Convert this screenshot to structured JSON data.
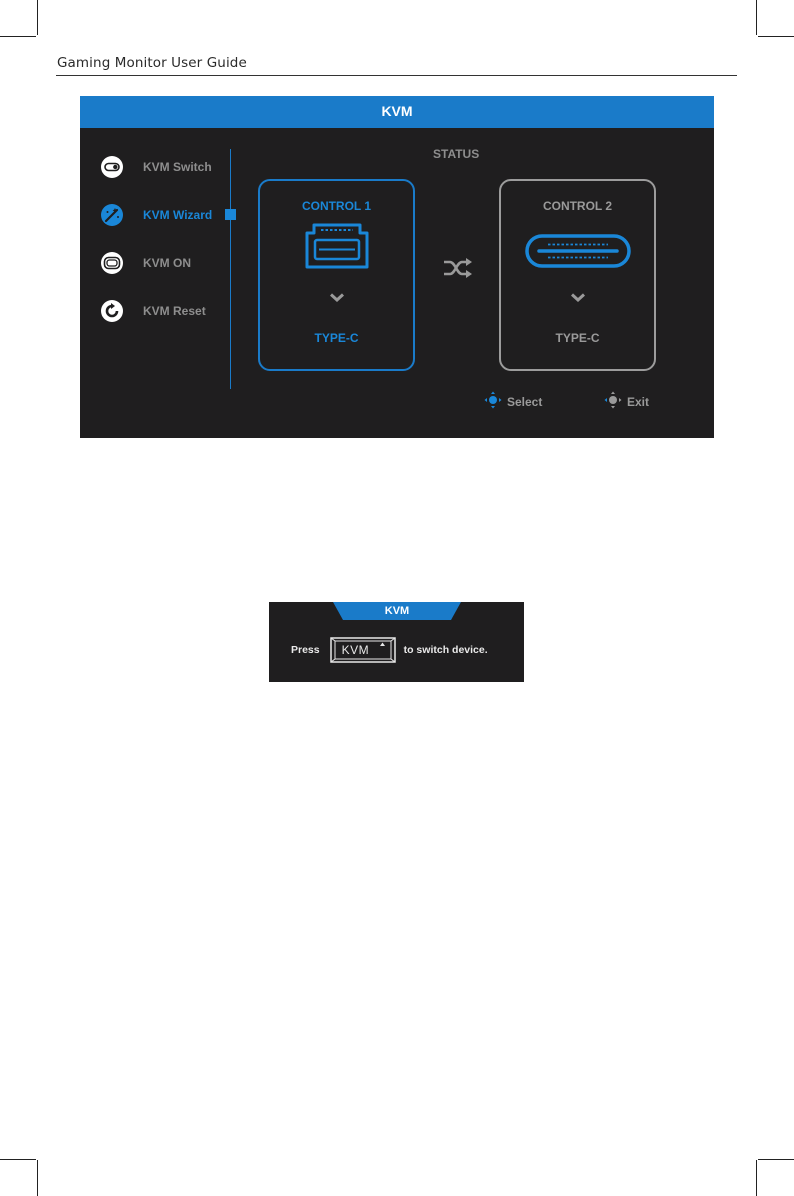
{
  "page": {
    "header": "Gaming Monitor User Guide"
  },
  "osd": {
    "title": "KVM",
    "menu": [
      {
        "label": "KVM Switch",
        "icon": "toggle-switch-icon",
        "active": false
      },
      {
        "label": "KVM Wizard",
        "icon": "wizard-wand-icon",
        "active": true
      },
      {
        "label": "KVM ON",
        "icon": "kvm-on-icon",
        "active": false
      },
      {
        "label": "KVM Reset",
        "icon": "reset-icon",
        "active": false
      }
    ],
    "status_label": "STATUS",
    "controls": [
      {
        "title": "CONTROL 1",
        "type": "TYPE-C",
        "port_icon": "usb-a-port-icon",
        "selected": true
      },
      {
        "title": "CONTROL 2",
        "type": "TYPE-C",
        "port_icon": "usb-c-port-icon",
        "selected": false
      }
    ],
    "swap_icon": "shuffle-icon",
    "hints": [
      {
        "label": "Select",
        "icon": "joystick-select-icon"
      },
      {
        "label": "Exit",
        "icon": "joystick-exit-icon"
      }
    ]
  },
  "popup": {
    "title": "KVM",
    "press": "Press",
    "key_label": "KVM",
    "suffix": "to switch device."
  },
  "colors": {
    "accent": "#1a7bc9",
    "panel": "#1f1e1f",
    "text_dim": "#8e8e8e"
  }
}
